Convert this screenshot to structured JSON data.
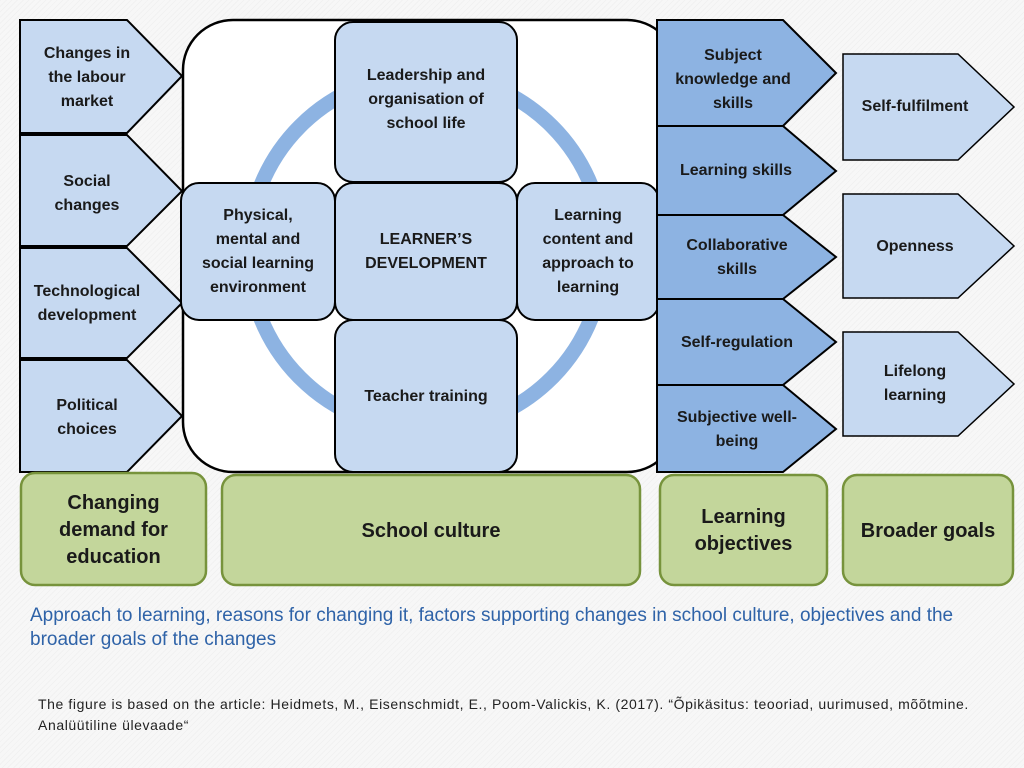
{
  "drivers": [
    "Changes in\nthe labour\nmarket",
    "Social\nchanges",
    "Technological\ndevelopment",
    "Political\nchoices"
  ],
  "center": {
    "top": "Leadership and\norganisation of\nschool life",
    "left": "Physical,\nmental and\nsocial learning\nenvironment",
    "middle": "LEARNER’S\nDEVELOPMENT",
    "right": "Learning\ncontent and\napproach to\nlearning",
    "bottom": "Teacher training"
  },
  "objectives": [
    "Subject\nknowledge and\nskills",
    "Learning skills",
    "Collaborative\nskills",
    "Self-regulation",
    "Subjective well-\nbeing"
  ],
  "goals": [
    "Self-fulfilment",
    "Openness",
    "Lifelong\nlearning"
  ],
  "footer_labels": {
    "demand": "Changing\ndemand for\neducation",
    "culture": "School culture",
    "objectives": "Learning\nobjectives",
    "goals": "Broader goals"
  },
  "caption": "Approach to learning, reasons for changing it, factors supporting changes in school culture, objectives and the broader goals of the changes",
  "source": "The figure is based on the article: Heidmets, M., Eisenschmidt, E., Poom-Valickis, K. (2017). “Õpikäsitus: teooriad, uurimused, mõõtmine. Analüütiline ülevaade“",
  "colors": {
    "light_blue": "#c6d9f1",
    "mid_blue": "#8db3e2",
    "ring_blue": "#8db3e2",
    "green_fill": "#c3d69b",
    "green_border": "#77933c",
    "caption": "#2f63a8"
  }
}
